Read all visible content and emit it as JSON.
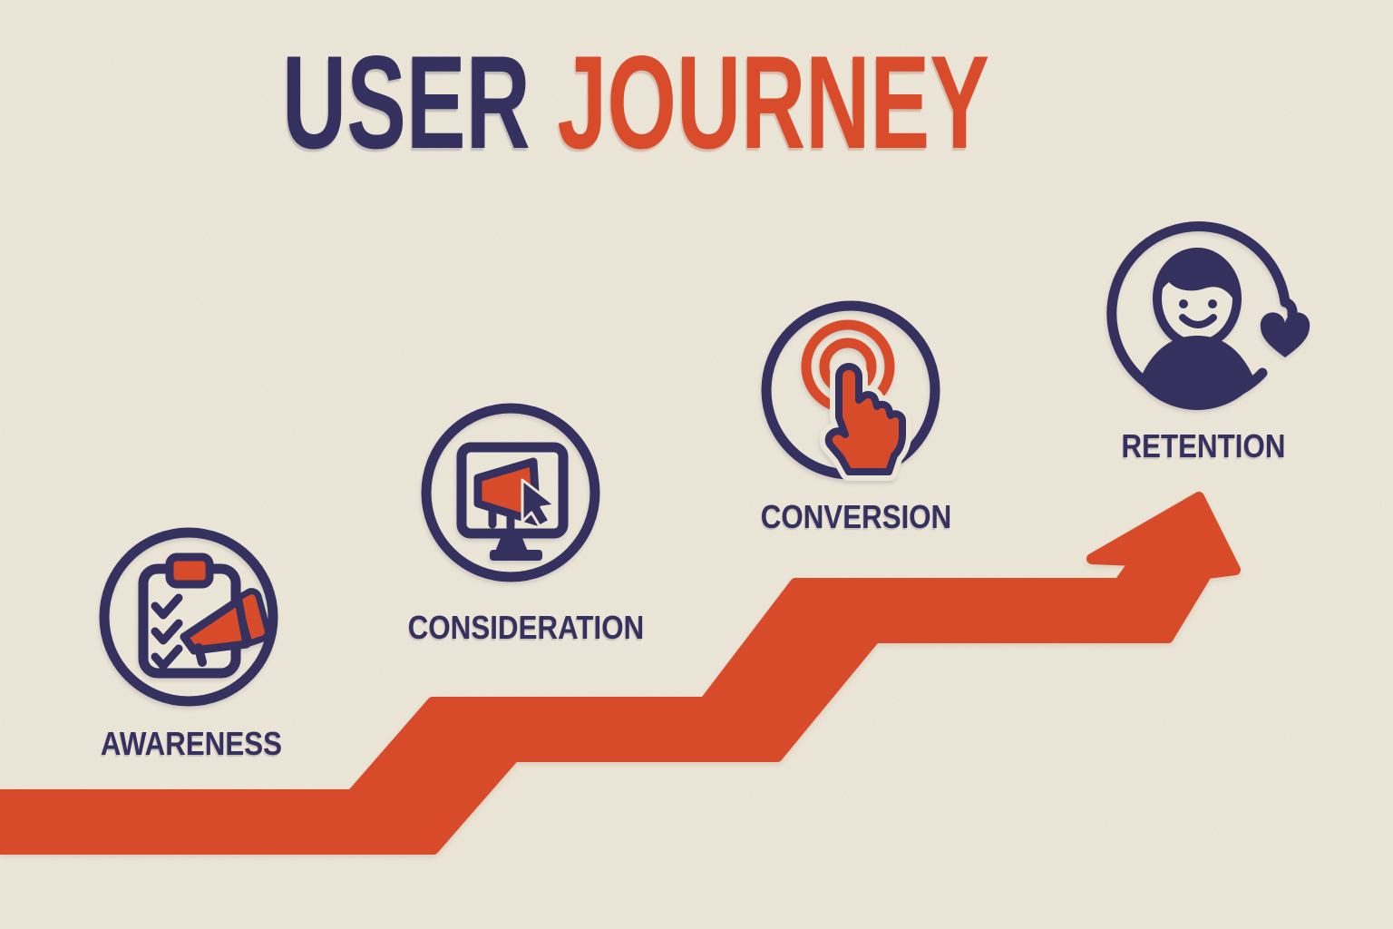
{
  "title": {
    "word1": "USER",
    "word2": "JOURNEY"
  },
  "stages": [
    {
      "label": "AWARENESS",
      "icon": "clipboard-checklist-megaphone-icon"
    },
    {
      "label": "CONSIDERATION",
      "icon": "monitor-megaphone-cursor-icon"
    },
    {
      "label": "CONVERSION",
      "icon": "tap-target-hand-icon"
    },
    {
      "label": "RETENTION",
      "icon": "customer-heart-loop-icon"
    }
  ],
  "arrow": {
    "description": "ascending three-step staircase growth arrow pointing up-right",
    "color": "#e4502d"
  },
  "colors": {
    "background": "#f8f2e3",
    "navy": "#393464",
    "orange": "#e4502d"
  }
}
